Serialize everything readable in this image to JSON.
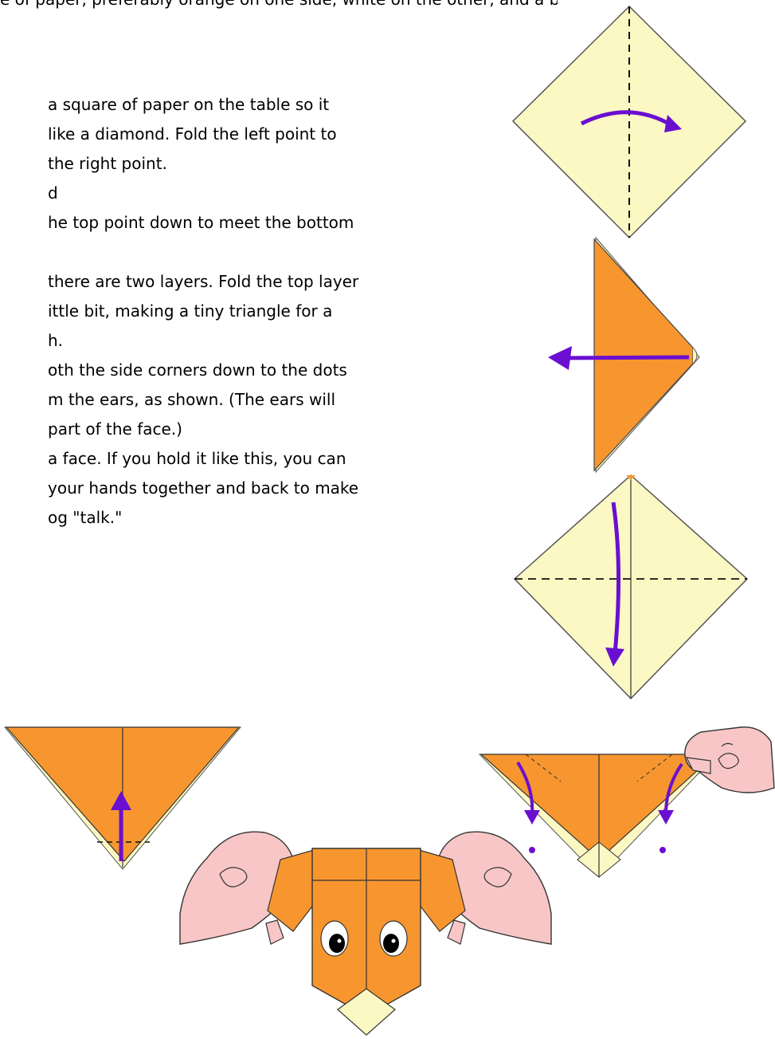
{
  "page": {
    "clipped_top_line": "e of paper, preferably orange on one side, white on the other, and a black marker pen.",
    "text_lines": [
      "a square of paper on the table so it",
      "like a diamond. Fold the left point to",
      "the right point.",
      "d",
      "he top point down to meet the bottom",
      "there are two layers. Fold the top layer",
      "ittle bit, making a tiny triangle for a",
      "h.",
      "oth the side corners down to the dots",
      "m the ears, as shown. (The ears will",
      "part of the face.)",
      "a face. If you hold it like this, you can",
      "your hands together and back to make",
      "og \"talk.\""
    ]
  },
  "colors": {
    "paper_white": "#fbf8c4",
    "paper_orange": "#f7962f",
    "arrow": "#6a0fd0",
    "hand": "#f8c6c6",
    "outline": "#222222"
  }
}
